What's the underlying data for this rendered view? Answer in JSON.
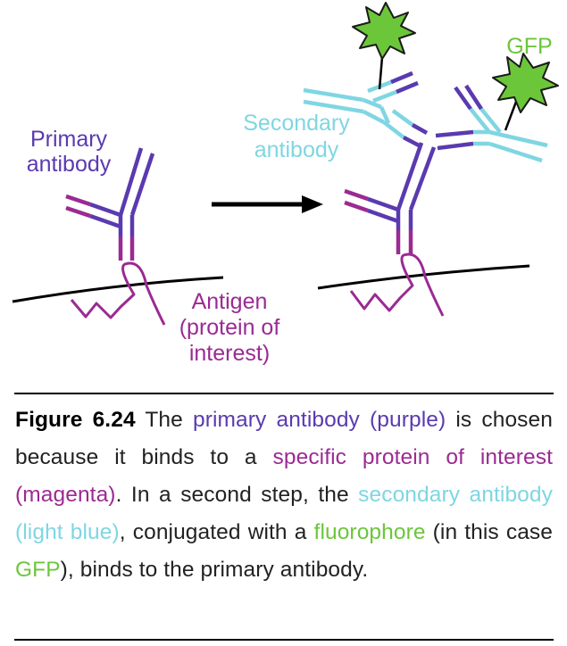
{
  "colors": {
    "primary": "#5a3ab0",
    "magenta": "#9b2a92",
    "secondary": "#7fd6e2",
    "gfp": "#6cc63a",
    "text": "#222222"
  },
  "labels": {
    "primary_antibody": [
      "Primary",
      "antibody"
    ],
    "secondary_antibody": [
      "Secondary",
      "antibody"
    ],
    "antigen": [
      "Antigen",
      "(protein of",
      "interest)"
    ],
    "gfp": "GFP"
  },
  "caption": {
    "figure_label": "Figure 6.24",
    "t1": " The ",
    "primary_phrase": "primary antibody (purple)",
    "t2": " is chosen because it binds to  a ",
    "protein_phrase": "specific protein of interest (magenta)",
    "t3": ". In a second step, the ",
    "secondary_phrase": "secondary antibody (light blue)",
    "t4": ", conjugated with a ",
    "fluorophore_word": "fluorophore",
    "t5": " (in this case ",
    "gfp_word": "GFP",
    "t6": "), binds to the primary antibody."
  }
}
